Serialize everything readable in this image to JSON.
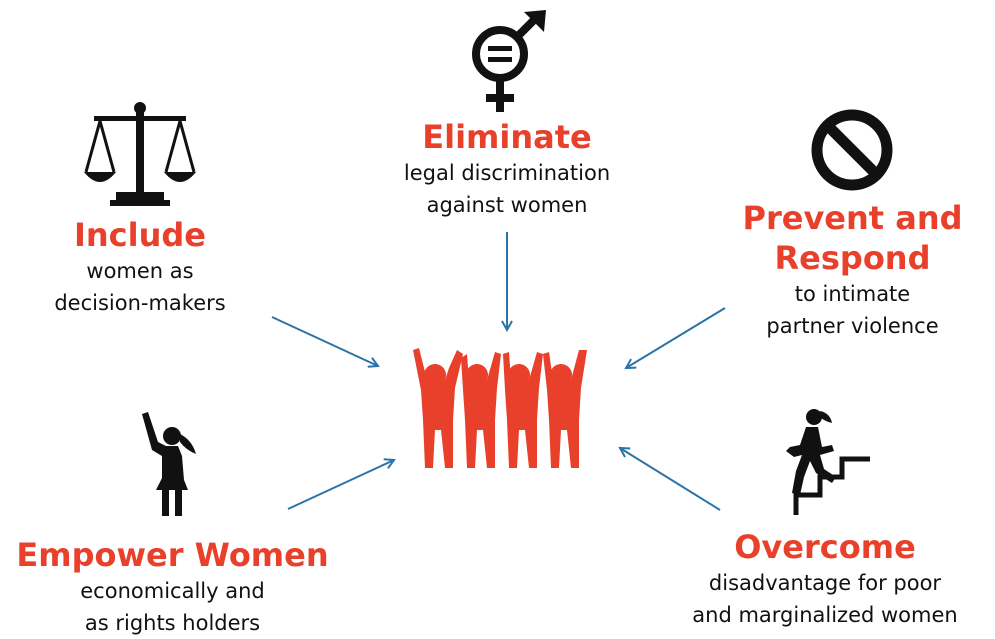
{
  "colors": {
    "heading": "#e8402a",
    "text": "#111111",
    "arrow": "#2b73a8",
    "people": "#e8402a",
    "icon": "#111111"
  },
  "center": {
    "icon": "four-women-raised-hands-icon"
  },
  "items": [
    {
      "heading": "Eliminate",
      "line1": "legal discrimination",
      "line2": "against women",
      "icon": "gender-equality-icon"
    },
    {
      "heading": "Include",
      "line1": "women as",
      "line2": "decision-makers",
      "icon": "scales-of-justice-icon"
    },
    {
      "heading_line1": "Prevent and",
      "heading_line2": "Respond",
      "line1": "to intimate",
      "line2": "partner violence",
      "icon": "prohibition-icon"
    },
    {
      "heading": "Empower Women",
      "line1": "economically and",
      "line2": "as rights holders",
      "icon": "woman-raising-fist-icon"
    },
    {
      "heading": "Overcome",
      "line1": "disadvantage for poor",
      "line2": "and marginalized women",
      "icon": "woman-climbing-stairs-icon"
    }
  ]
}
